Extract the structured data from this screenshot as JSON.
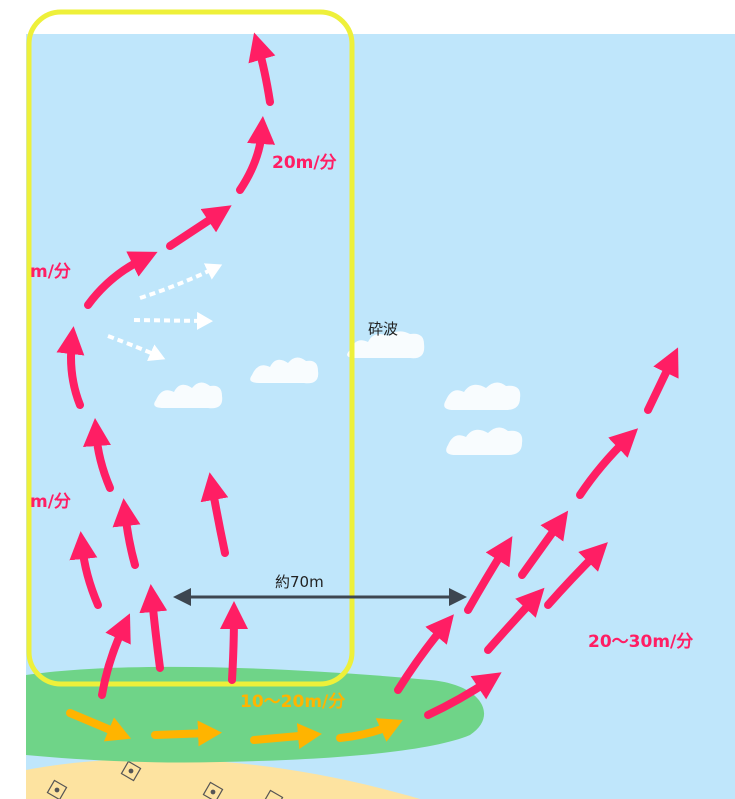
{
  "labels": {
    "speed_top": "20m/分",
    "speed_left_upper": "m/分",
    "speed_left_lower": "m/分",
    "breaking_waves": "砕波",
    "distance": "約70m",
    "speed_right": "20～30m/分",
    "speed_longshore": "10～20m/分"
  },
  "colors": {
    "sea": "#bfe6fb",
    "rip_arrow": "#ff1e64",
    "longshore_arrow": "#ffb400",
    "sandbar": "#6fd488",
    "beach": "#fde3a0",
    "highlight": "#eef03a",
    "distance_arrow": "#3d4650",
    "label_pink": "#ff1e64",
    "label_orange": "#ffb400",
    "foam": "#ffffff"
  }
}
